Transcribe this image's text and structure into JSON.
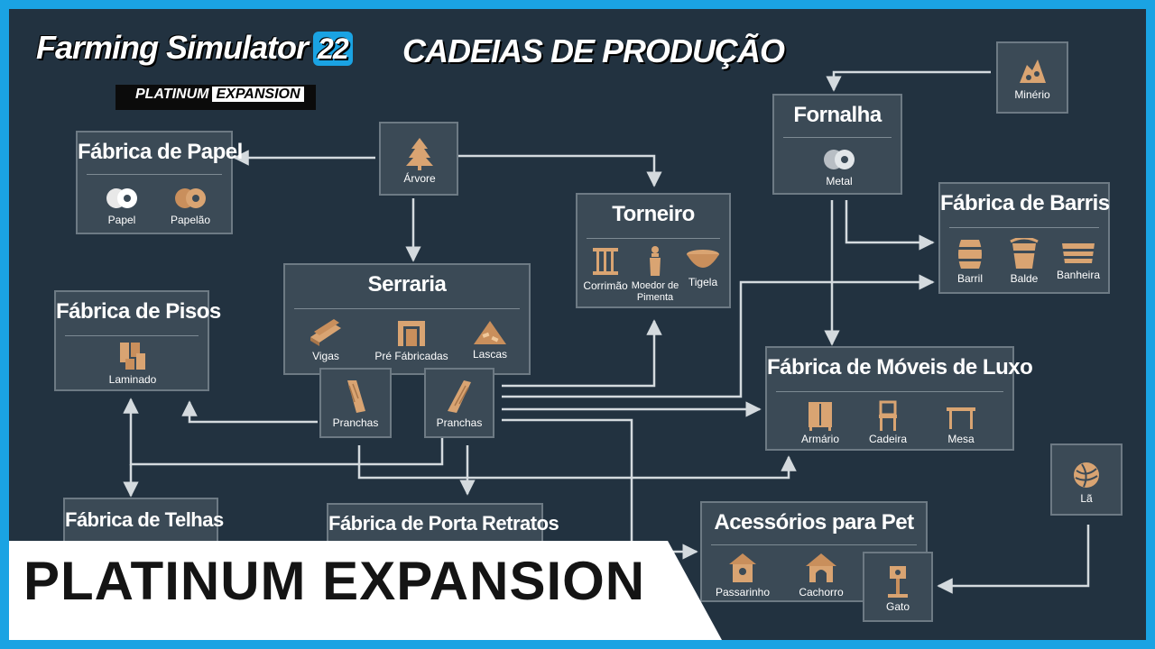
{
  "logo": {
    "main": "Farming Simulator",
    "number": "22",
    "sub_a": "PLATINUM",
    "sub_b": "EXPANSION"
  },
  "title": "CADEIAS DE PRODUÇÃO",
  "banner": "PLATINUM EXPANSION",
  "colors": {
    "frame": "#1aa3e3",
    "background": "#223240",
    "box": "#3b4a56",
    "box_border": "#6d7a84",
    "arrow": "#d4dade",
    "icon": "#d9a472"
  },
  "nodes": {
    "arvore": {
      "label": "Árvore",
      "icon": "tree-icon"
    },
    "minerio": {
      "label": "Minério",
      "icon": "ore-icon"
    },
    "la": {
      "label": "Lã",
      "icon": "wool-icon"
    },
    "pranchas_a": {
      "label": "Pranchas",
      "icon": "plank-icon"
    },
    "pranchas_b": {
      "label": "Pranchas",
      "icon": "plank-icon"
    },
    "fabrica_papel": {
      "title": "Fábrica de Papel",
      "items": [
        {
          "label": "Papel",
          "icon": "paper-roll-icon"
        },
        {
          "label": "Papelão",
          "icon": "cardboard-roll-icon"
        }
      ]
    },
    "fornalha": {
      "title": "Fornalha",
      "items": [
        {
          "label": "Metal",
          "icon": "metal-roll-icon"
        }
      ]
    },
    "torneiro": {
      "title": "Torneiro",
      "items": [
        {
          "label": "Corrimão",
          "icon": "railing-icon"
        },
        {
          "label": "Moedor de Pimenta",
          "icon": "pepper-mill-icon"
        },
        {
          "label": "Tigela",
          "icon": "bowl-icon"
        }
      ]
    },
    "fabrica_barris": {
      "title": "Fábrica de Barris",
      "items": [
        {
          "label": "Barril",
          "icon": "barrel-icon"
        },
        {
          "label": "Balde",
          "icon": "bucket-icon"
        },
        {
          "label": "Banheira",
          "icon": "bathtub-icon"
        }
      ]
    },
    "serraria": {
      "title": "Serraria",
      "items": [
        {
          "label": "Vigas",
          "icon": "beams-icon"
        },
        {
          "label": "Pré Fábricadas",
          "icon": "prefab-icon"
        },
        {
          "label": "Lascas",
          "icon": "woodchips-icon"
        }
      ]
    },
    "fabrica_pisos": {
      "title": "Fábrica de Pisos",
      "items": [
        {
          "label": "Laminado",
          "icon": "laminate-icon"
        }
      ]
    },
    "fabrica_moveis": {
      "title": "Fábrica de Móveis de Luxo",
      "items": [
        {
          "label": "Armário",
          "icon": "wardrobe-icon"
        },
        {
          "label": "Cadeira",
          "icon": "chair-icon"
        },
        {
          "label": "Mesa",
          "icon": "table-icon"
        }
      ]
    },
    "fabrica_telhas": {
      "title": "Fábrica de Telhas"
    },
    "fabrica_retratos": {
      "title": "Fábrica de Porta Retratos"
    },
    "acessorios_pet": {
      "title": "Acessórios para Pet",
      "items": [
        {
          "label": "Passarinho",
          "icon": "birdhouse-icon"
        },
        {
          "label": "Cachorro",
          "icon": "doghouse-icon"
        }
      ]
    },
    "gato": {
      "label": "Gato",
      "icon": "cat-tree-icon"
    }
  }
}
